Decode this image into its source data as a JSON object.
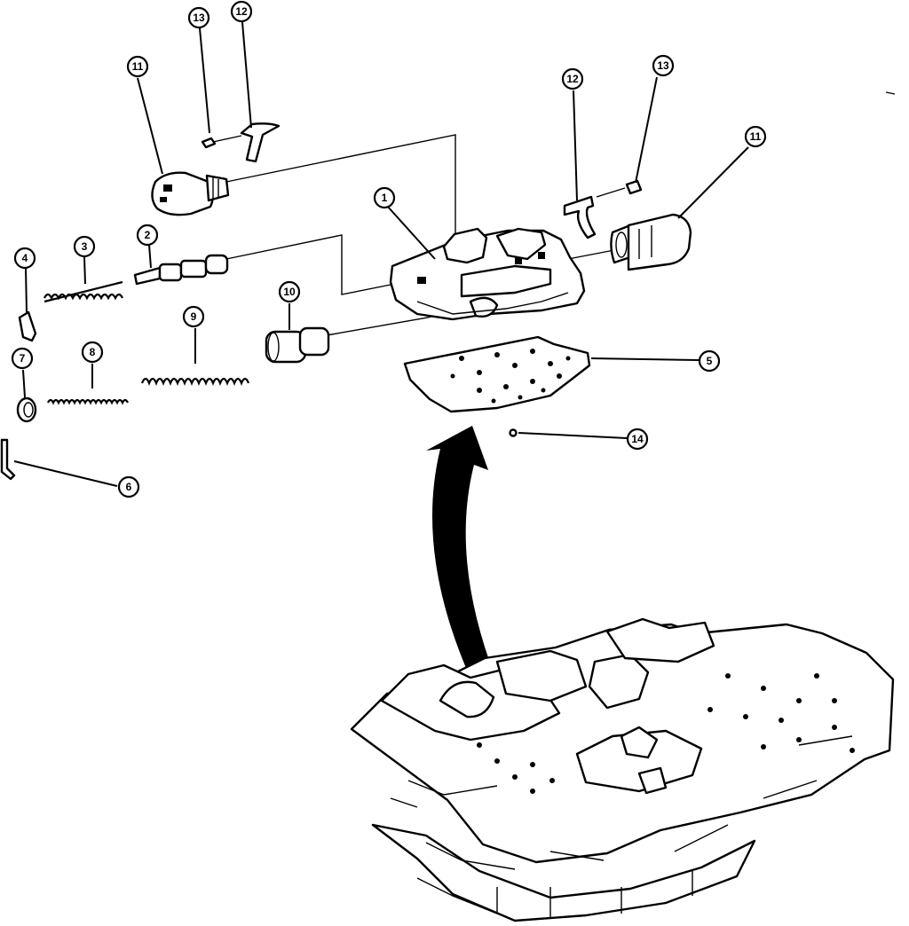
{
  "diagram": {
    "callouts": [
      {
        "id": "c1",
        "label": "1"
      },
      {
        "id": "c2",
        "label": "2"
      },
      {
        "id": "c3",
        "label": "3"
      },
      {
        "id": "c4",
        "label": "4"
      },
      {
        "id": "c5",
        "label": "5"
      },
      {
        "id": "c6",
        "label": "6"
      },
      {
        "id": "c7",
        "label": "7"
      },
      {
        "id": "c8",
        "label": "8"
      },
      {
        "id": "c9",
        "label": "9"
      },
      {
        "id": "c10",
        "label": "10"
      },
      {
        "id": "c11a",
        "label": "11"
      },
      {
        "id": "c11b",
        "label": "11"
      },
      {
        "id": "c12a",
        "label": "12"
      },
      {
        "id": "c12b",
        "label": "12"
      },
      {
        "id": "c13a",
        "label": "13"
      },
      {
        "id": "c13b",
        "label": "13"
      },
      {
        "id": "c14",
        "label": "14"
      }
    ]
  }
}
